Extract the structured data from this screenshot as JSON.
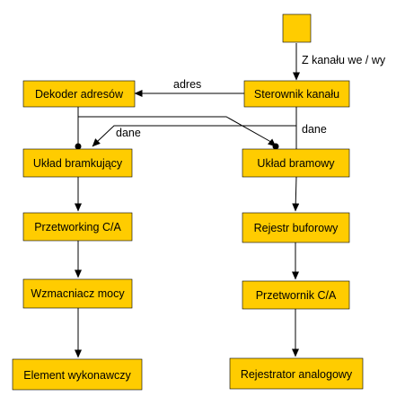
{
  "nodes": {
    "source": "",
    "dekoder": "Dekoder adresów",
    "sterownik": "Sterownik kanału",
    "uklad_bramkujacy": "Układ bramkujący",
    "uklad_bramowy": "Układ bramowy",
    "przetworking": "Przetworking C/A",
    "rejestr": "Rejestr buforowy",
    "wzmacniacz": "Wzmacniacz mocy",
    "przetwornik": "Przetwornik C/A",
    "element": "Element wykonawczy",
    "rejestrator": "Rejestrator analogowy"
  },
  "edge_labels": {
    "input": "Z kanału we / wy",
    "adres": "adres",
    "dane_left": "dane",
    "dane_right": "dane"
  },
  "colors": {
    "node_fill": "#ffcc00",
    "node_stroke": "#000000",
    "edge": "#000000"
  }
}
